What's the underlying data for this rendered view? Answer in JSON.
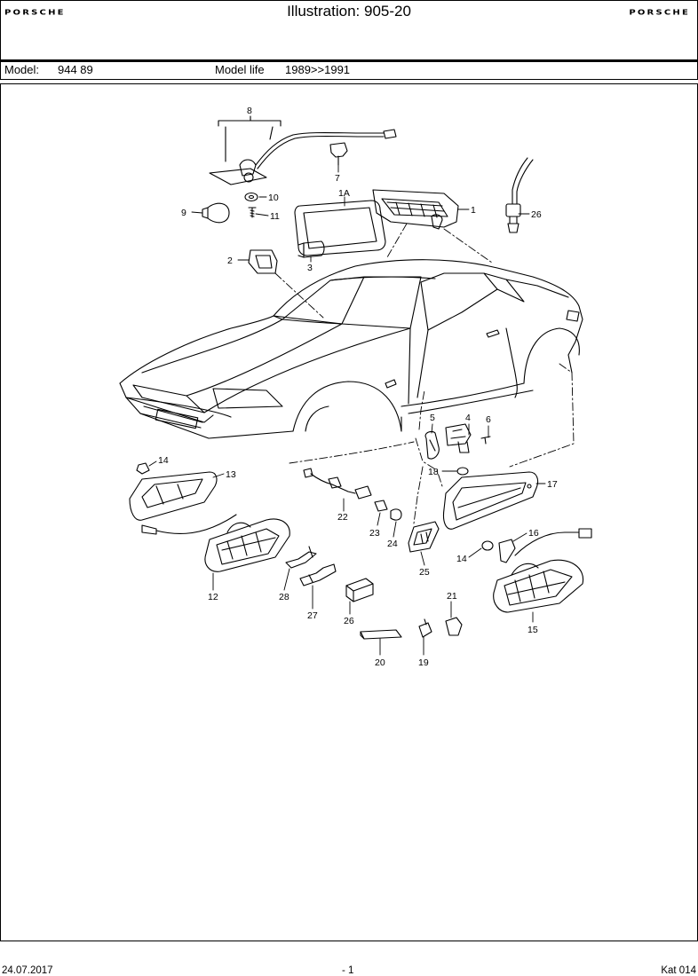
{
  "header": {
    "logo_left": "PORSCHE",
    "logo_right": "PORSCHE",
    "title": "Illustration: 905-20"
  },
  "model_bar": {
    "model_label": "Model:",
    "model_value": "944 89",
    "life_label": "Model life",
    "life_value": "1989>>1991"
  },
  "diagram": {
    "callouts": {
      "c8": "8",
      "c7": "7",
      "c10": "10",
      "c9": "9",
      "c11": "11",
      "c1A": "1A",
      "c1": "1",
      "c26": "26",
      "c2": "2",
      "c3": "3",
      "c5": "5",
      "c4": "4",
      "c6": "6",
      "c14a": "14",
      "c13": "13",
      "c18": "18",
      "c17": "17",
      "c22": "22",
      "c23": "23",
      "c24": "24",
      "c16": "16",
      "c14b": "14",
      "c25": "25",
      "c12": "12",
      "c28": "28",
      "c27": "27",
      "c26b": "26",
      "c21": "21",
      "c15": "15",
      "c20": "20",
      "c19": "19"
    }
  },
  "footer": {
    "date": "24.07.2017",
    "page": "- 1",
    "catalog": "Kat 014"
  }
}
